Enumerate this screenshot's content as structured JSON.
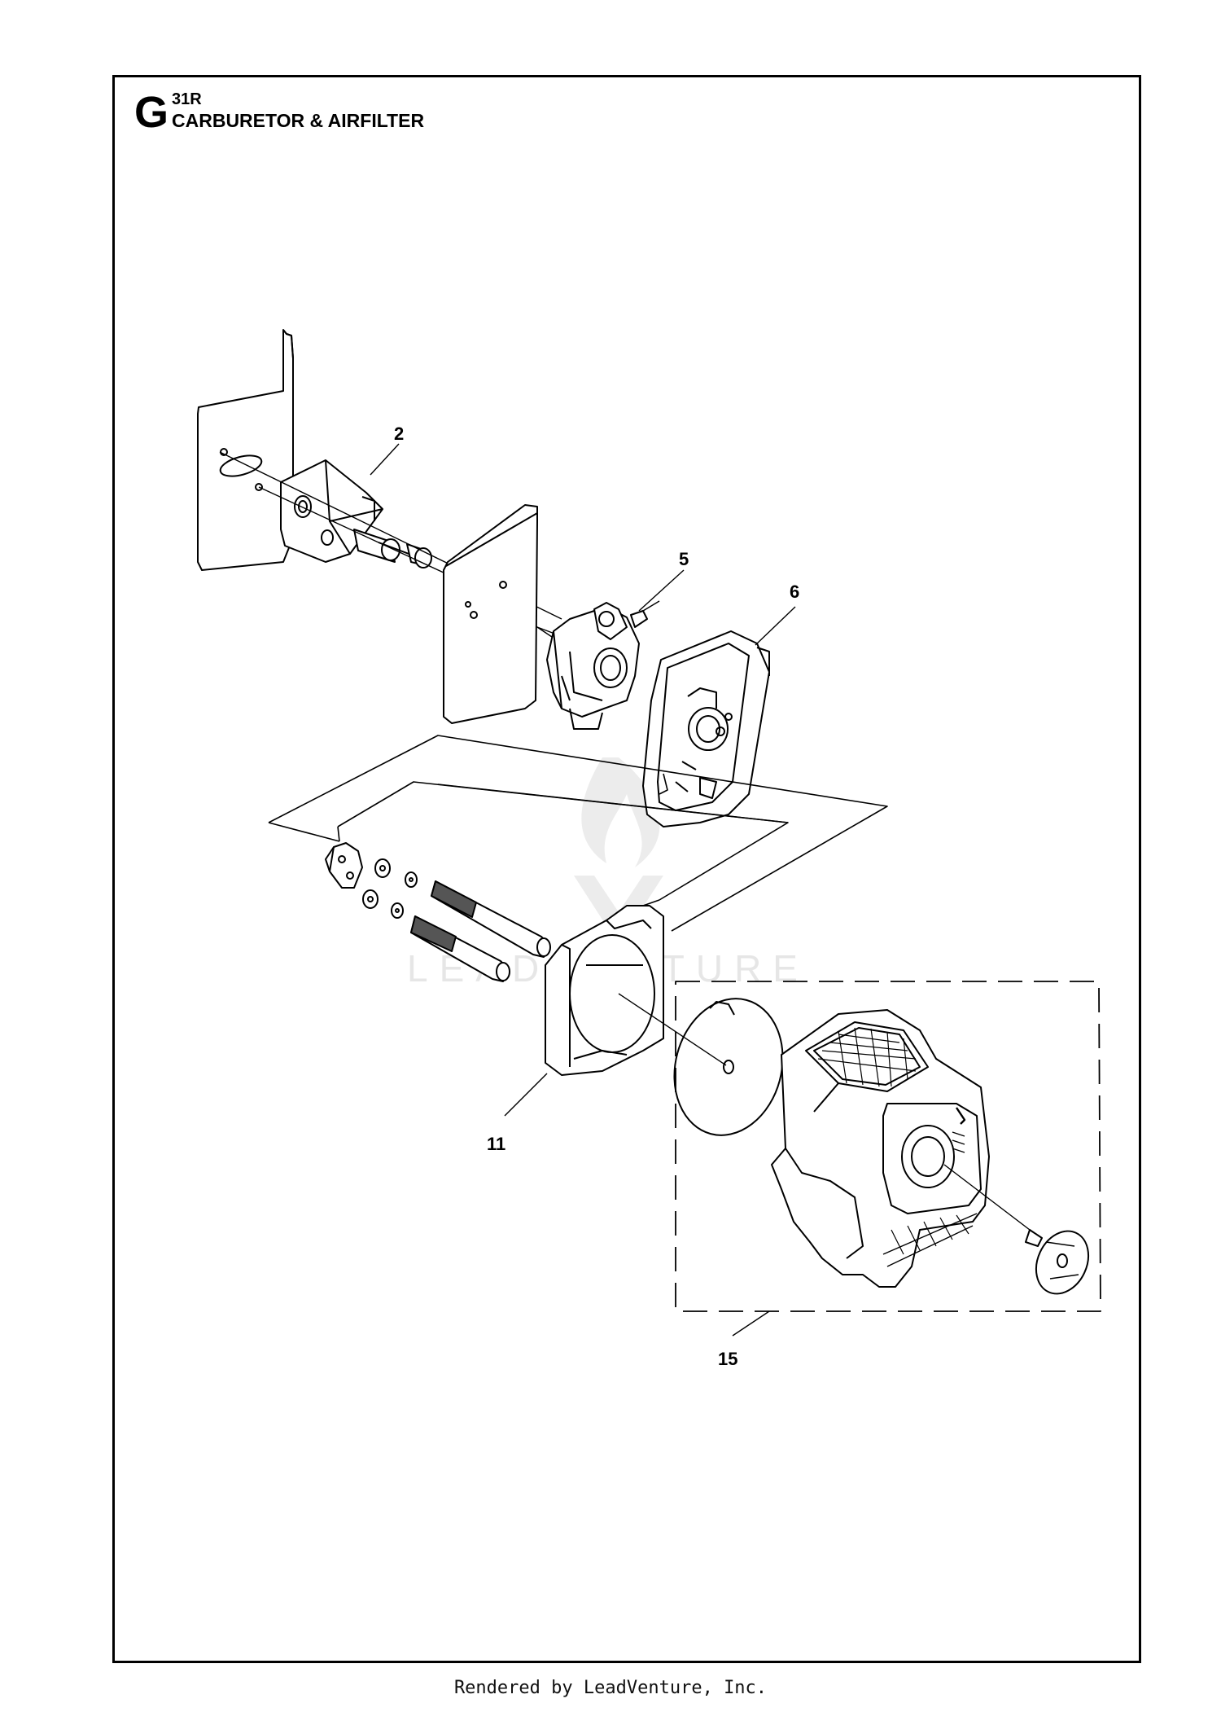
{
  "header": {
    "section_letter": "G",
    "model": "31R",
    "title": "CARBURETOR & AIRFILTER"
  },
  "callouts": [
    {
      "id": "callout-2",
      "label": "2"
    },
    {
      "id": "callout-5",
      "label": "5"
    },
    {
      "id": "callout-6",
      "label": "6"
    },
    {
      "id": "callout-11",
      "label": "11"
    },
    {
      "id": "callout-15",
      "label": "15"
    }
  ],
  "watermark": {
    "text": "LEADVENTURE"
  },
  "footer": {
    "text": "Rendered by LeadVenture, Inc."
  }
}
